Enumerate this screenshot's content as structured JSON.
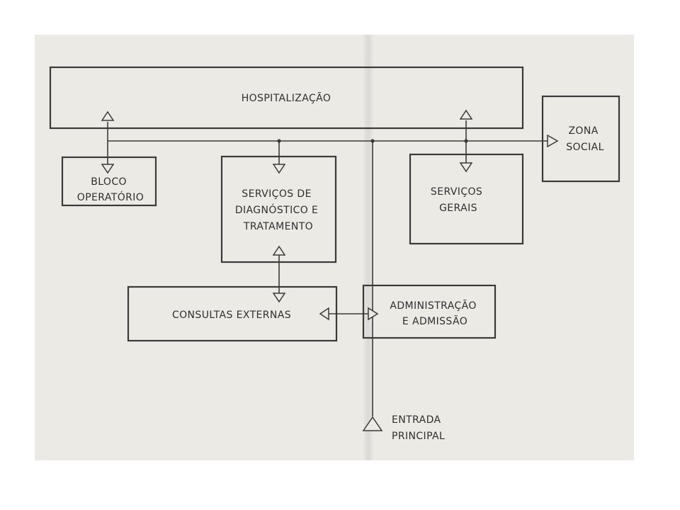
{
  "diagram": {
    "nodes": {
      "hospitalizacao": [
        "HOSPITALIZAÇÃO"
      ],
      "zona_social": [
        "ZONA",
        "SOCIAL"
      ],
      "bloco_operatorio": [
        "BLOCO",
        "OPERATÓRIO"
      ],
      "servicos_diagnostico": [
        "SERVIÇOS DE",
        "DIAGNÓSTICO E",
        "TRATAMENTO"
      ],
      "servicos_gerais": [
        "SERVIÇOS",
        "GERAIS"
      ],
      "consultas_externas": [
        "CONSULTAS EXTERNAS"
      ],
      "administracao": [
        "ADMINISTRAÇÃO",
        "E ADMISSÃO"
      ],
      "entrada_principal": [
        "ENTRADA",
        "PRINCIPAL"
      ]
    },
    "edges": [
      {
        "from": "hospitalizacao",
        "to": "bloco_operatorio",
        "direction": "both"
      },
      {
        "from": "corridor",
        "to": "servicos_diagnostico",
        "direction": "to"
      },
      {
        "from": "hospitalizacao",
        "to": "servicos_gerais",
        "direction": "both"
      },
      {
        "from": "corridor",
        "to": "zona_social",
        "direction": "to"
      },
      {
        "from": "servicos_diagnostico",
        "to": "consultas_externas",
        "direction": "both"
      },
      {
        "from": "consultas_externas",
        "to": "administracao",
        "direction": "both"
      },
      {
        "from": "entrada_principal",
        "to": "corridor",
        "direction": "from"
      }
    ]
  }
}
